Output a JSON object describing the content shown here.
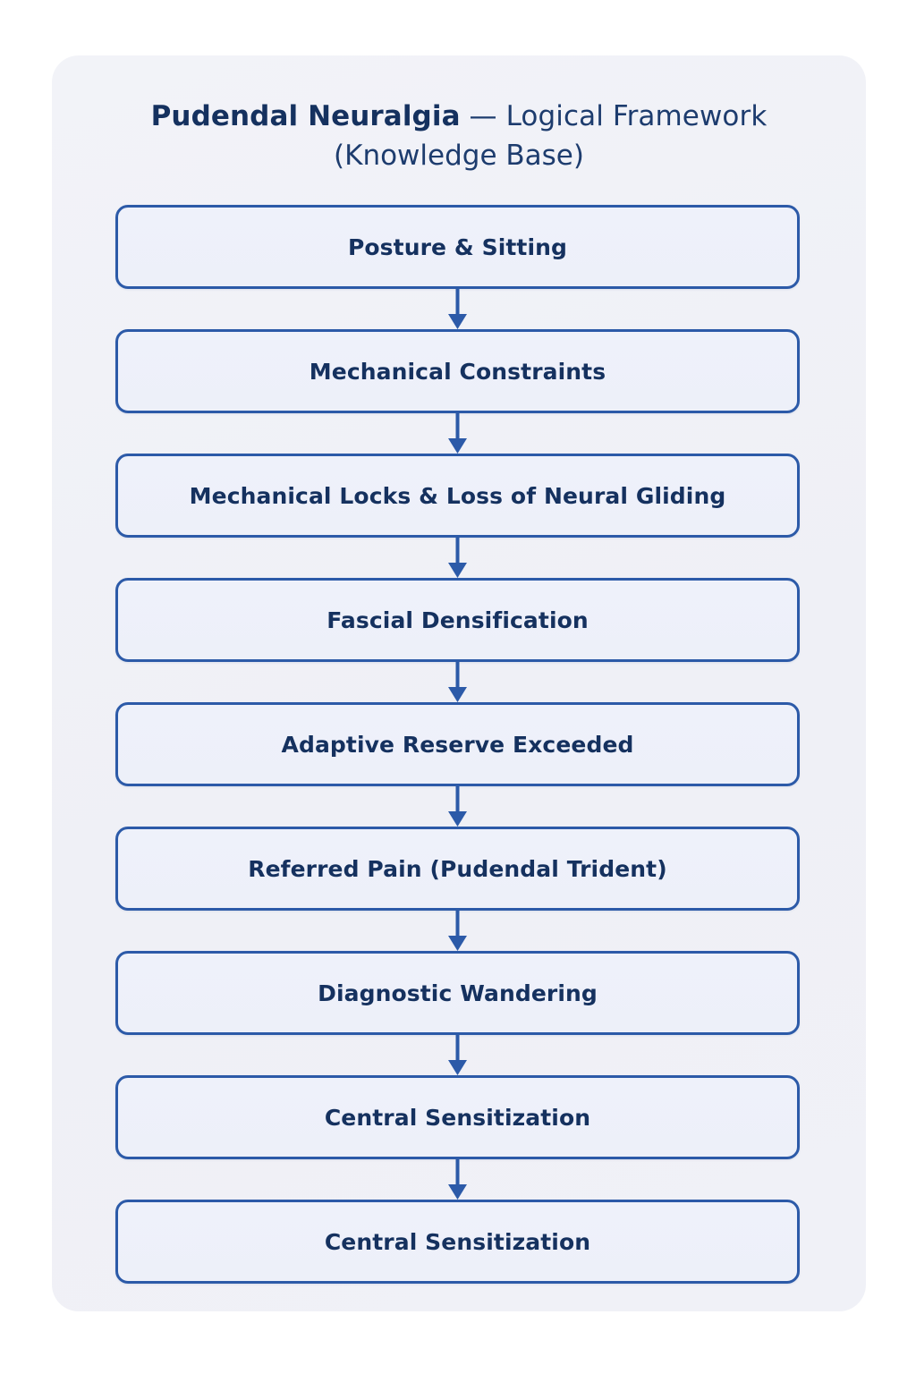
{
  "diagram": {
    "title": {
      "strong": "Pudendal Neuralgia",
      "rest": " — Logical Framework",
      "subtitle": "(Knowledge Base)"
    },
    "colors": {
      "page_background": "#ffffff",
      "panel_background": "#f0f1f7",
      "node_border": "#2c5aa8",
      "node_fill": "#eef1fa",
      "text_navy": "#15315f",
      "arrow": "#2c5aa8"
    },
    "nodes": [
      {
        "id": "posture-sitting",
        "label": "Posture & Sitting"
      },
      {
        "id": "mechanical-constraints",
        "label": "Mechanical Constraints"
      },
      {
        "id": "mechanical-locks",
        "label": "Mechanical Locks & Loss of Neural Gliding"
      },
      {
        "id": "fascial-densification",
        "label": "Fascial Densification"
      },
      {
        "id": "adaptive-reserve",
        "label": "Adaptive Reserve Exceeded"
      },
      {
        "id": "referred-pain",
        "label": "Referred Pain (Pudendal Trident)"
      },
      {
        "id": "diagnostic-wandering",
        "label": "Diagnostic Wandering"
      },
      {
        "id": "central-sensitization",
        "label": "Central Sensitization"
      },
      {
        "id": "central-sensitization-2",
        "label": "Central Sensitization"
      }
    ],
    "connectors": [
      {
        "from": "posture-sitting",
        "to": "mechanical-constraints",
        "kind": "arrow-down"
      },
      {
        "from": "mechanical-constraints",
        "to": "mechanical-locks",
        "kind": "arrow-down"
      },
      {
        "from": "mechanical-locks",
        "to": "fascial-densification",
        "kind": "arrow-down"
      },
      {
        "from": "fascial-densification",
        "to": "adaptive-reserve",
        "kind": "arrow-down"
      },
      {
        "from": "adaptive-reserve",
        "to": "referred-pain",
        "kind": "arrow-down"
      },
      {
        "from": "referred-pain",
        "to": "diagnostic-wandering",
        "kind": "arrow-down"
      },
      {
        "from": "diagnostic-wandering",
        "to": "central-sensitization",
        "kind": "arrow-down"
      },
      {
        "from": "central-sensitization",
        "to": "central-sensitization-2",
        "kind": "arrow-down"
      }
    ]
  }
}
